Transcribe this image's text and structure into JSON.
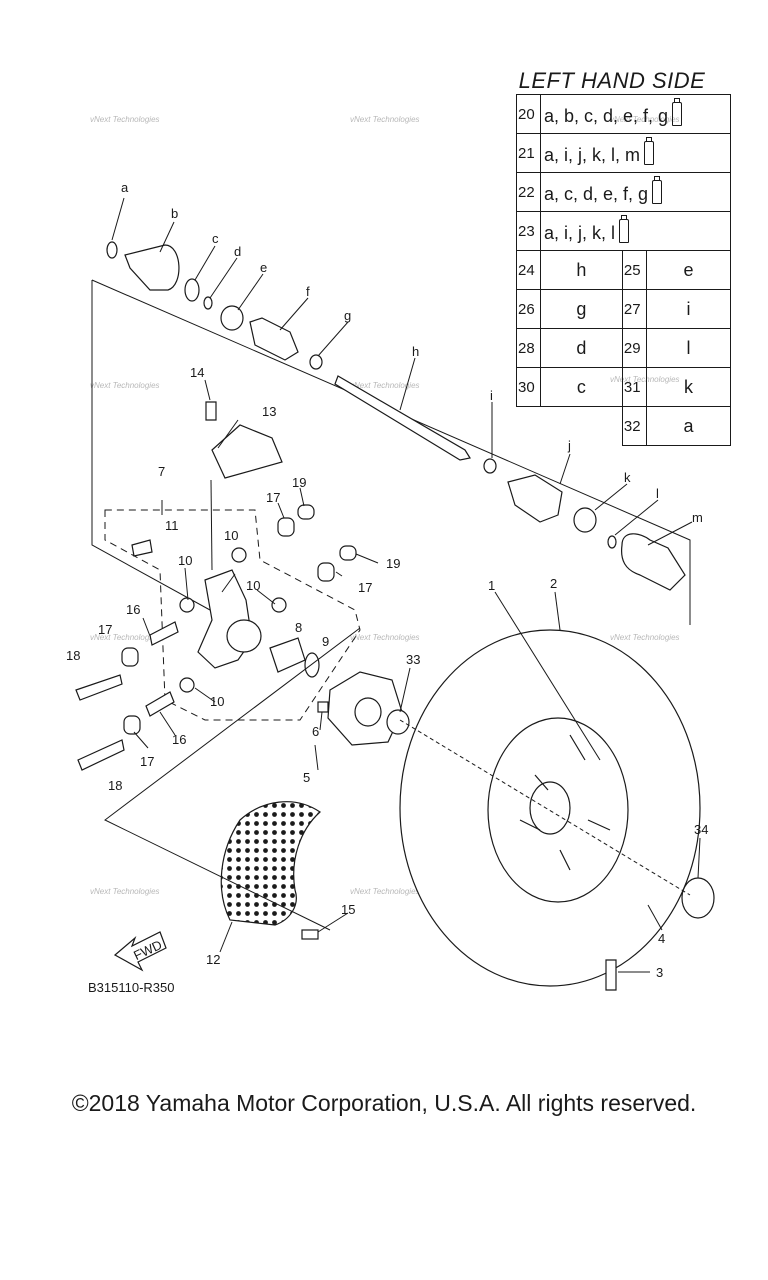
{
  "table": {
    "title": "LEFT HAND SIDE",
    "full_rows": [
      {
        "num": "20",
        "letters": "a, b, c, d, e, f, g",
        "icon": "grease-tube-icon"
      },
      {
        "num": "21",
        "letters": "a, i, j, k, l, m",
        "icon": "grease-tube-icon"
      },
      {
        "num": "22",
        "letters": "a, c, d, e, f, g",
        "icon": "grease-tube-icon"
      },
      {
        "num": "23",
        "letters": "a, i, j, k, l",
        "icon": "grease-tube-icon"
      }
    ],
    "pair_rows": [
      {
        "left_num": "24",
        "left_letter": "h",
        "right_num": "25",
        "right_letter": "e"
      },
      {
        "left_num": "26",
        "left_letter": "g",
        "right_num": "27",
        "right_letter": "i"
      },
      {
        "left_num": "28",
        "left_letter": "d",
        "right_num": "29",
        "right_letter": "l"
      },
      {
        "left_num": "30",
        "left_letter": "c",
        "right_num": "31",
        "right_letter": "k"
      }
    ],
    "last_row": {
      "num": "32",
      "letter": "a"
    }
  },
  "callouts": {
    "a": "a",
    "b": "b",
    "c": "c",
    "d": "d",
    "e": "e",
    "f": "f",
    "g": "g",
    "h": "h",
    "i": "i",
    "j": "j",
    "k": "k",
    "l": "l",
    "m": "m",
    "n1": "1",
    "n2": "2",
    "n3": "3",
    "n4": "4",
    "n5": "5",
    "n6": "6",
    "n7": "7",
    "n8": "8",
    "n9": "9",
    "n10": "10",
    "n11": "11",
    "n12": "12",
    "n13": "13",
    "n14": "14",
    "n15": "15",
    "n16": "16",
    "n17": "17",
    "n18": "18",
    "n19": "19",
    "n33": "33",
    "n34": "34"
  },
  "fwd_label": "FWD",
  "diagram_code": "B315110-R350",
  "watermark": "vNext Technologies",
  "copyright": "©2018 Yamaha Motor Corporation, U.S.A. All rights reserved."
}
